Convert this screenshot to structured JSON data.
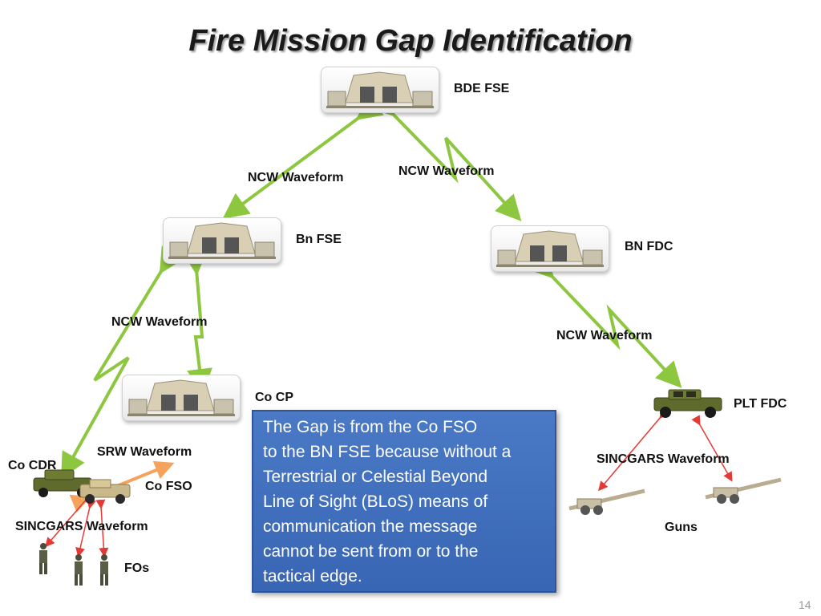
{
  "title": "Fire Mission Gap Identification",
  "nodes": {
    "bde_fse": "BDE FSE",
    "bn_fse": "Bn FSE",
    "bn_fdc": "BN FDC",
    "co_cp": "Co CP",
    "plt_fdc": "PLT FDC",
    "co_cdr": "Co CDR",
    "co_fso": "Co FSO",
    "fos": "FOs",
    "guns": "Guns"
  },
  "waveforms": {
    "ncw_bde_bn": "NCW Waveform",
    "ncw_bde_fdc": "NCW Waveform",
    "ncw_bn_co": "NCW Waveform",
    "ncw_fdc_plt": "NCW Waveform",
    "srw": "SRW Waveform",
    "sincgars_left": "SINCGARS Waveform",
    "sincgars_right": "SINCGARS Waveform"
  },
  "callout": {
    "lines": [
      "The Gap is from the Co FSO",
      "to the BN FSE because without a",
      "Terrestrial or Celestial Beyond",
      "Line of Sight (BLoS) means of",
      "communication the message",
      "cannot be sent from or to the",
      "tactical edge."
    ]
  },
  "page_number": "14",
  "colors": {
    "link_green": "#8dc63f",
    "radio_red": "#e53935",
    "srw_orange": "#f5a25d",
    "callout_blue": "#3f6fbf"
  }
}
